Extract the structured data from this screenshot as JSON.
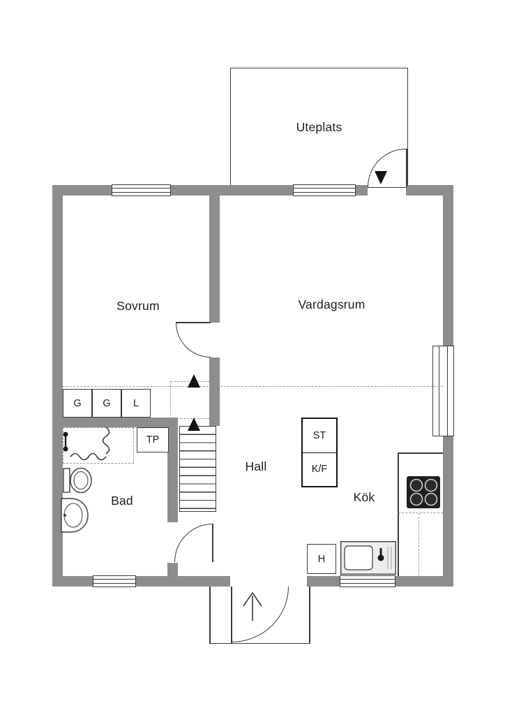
{
  "floorplan": {
    "outdoor": {
      "uteplats_label": "Uteplats"
    },
    "rooms": {
      "sovrum": "Sovrum",
      "vardagsrum": "Vardagsrum",
      "hall": "Hall",
      "bad": "Bad",
      "kok": "Kök"
    },
    "storage": {
      "wardrobe_1": "G",
      "wardrobe_2": "G",
      "linen_closet": "L",
      "tp_unit": "TP",
      "st_unit": "ST",
      "fridge_freezer": "K/F",
      "h_unit": "H"
    },
    "colors": {
      "wall_gray": "#8d8d8d",
      "line_dark": "#3a3a3a",
      "background": "#ffffff"
    }
  }
}
